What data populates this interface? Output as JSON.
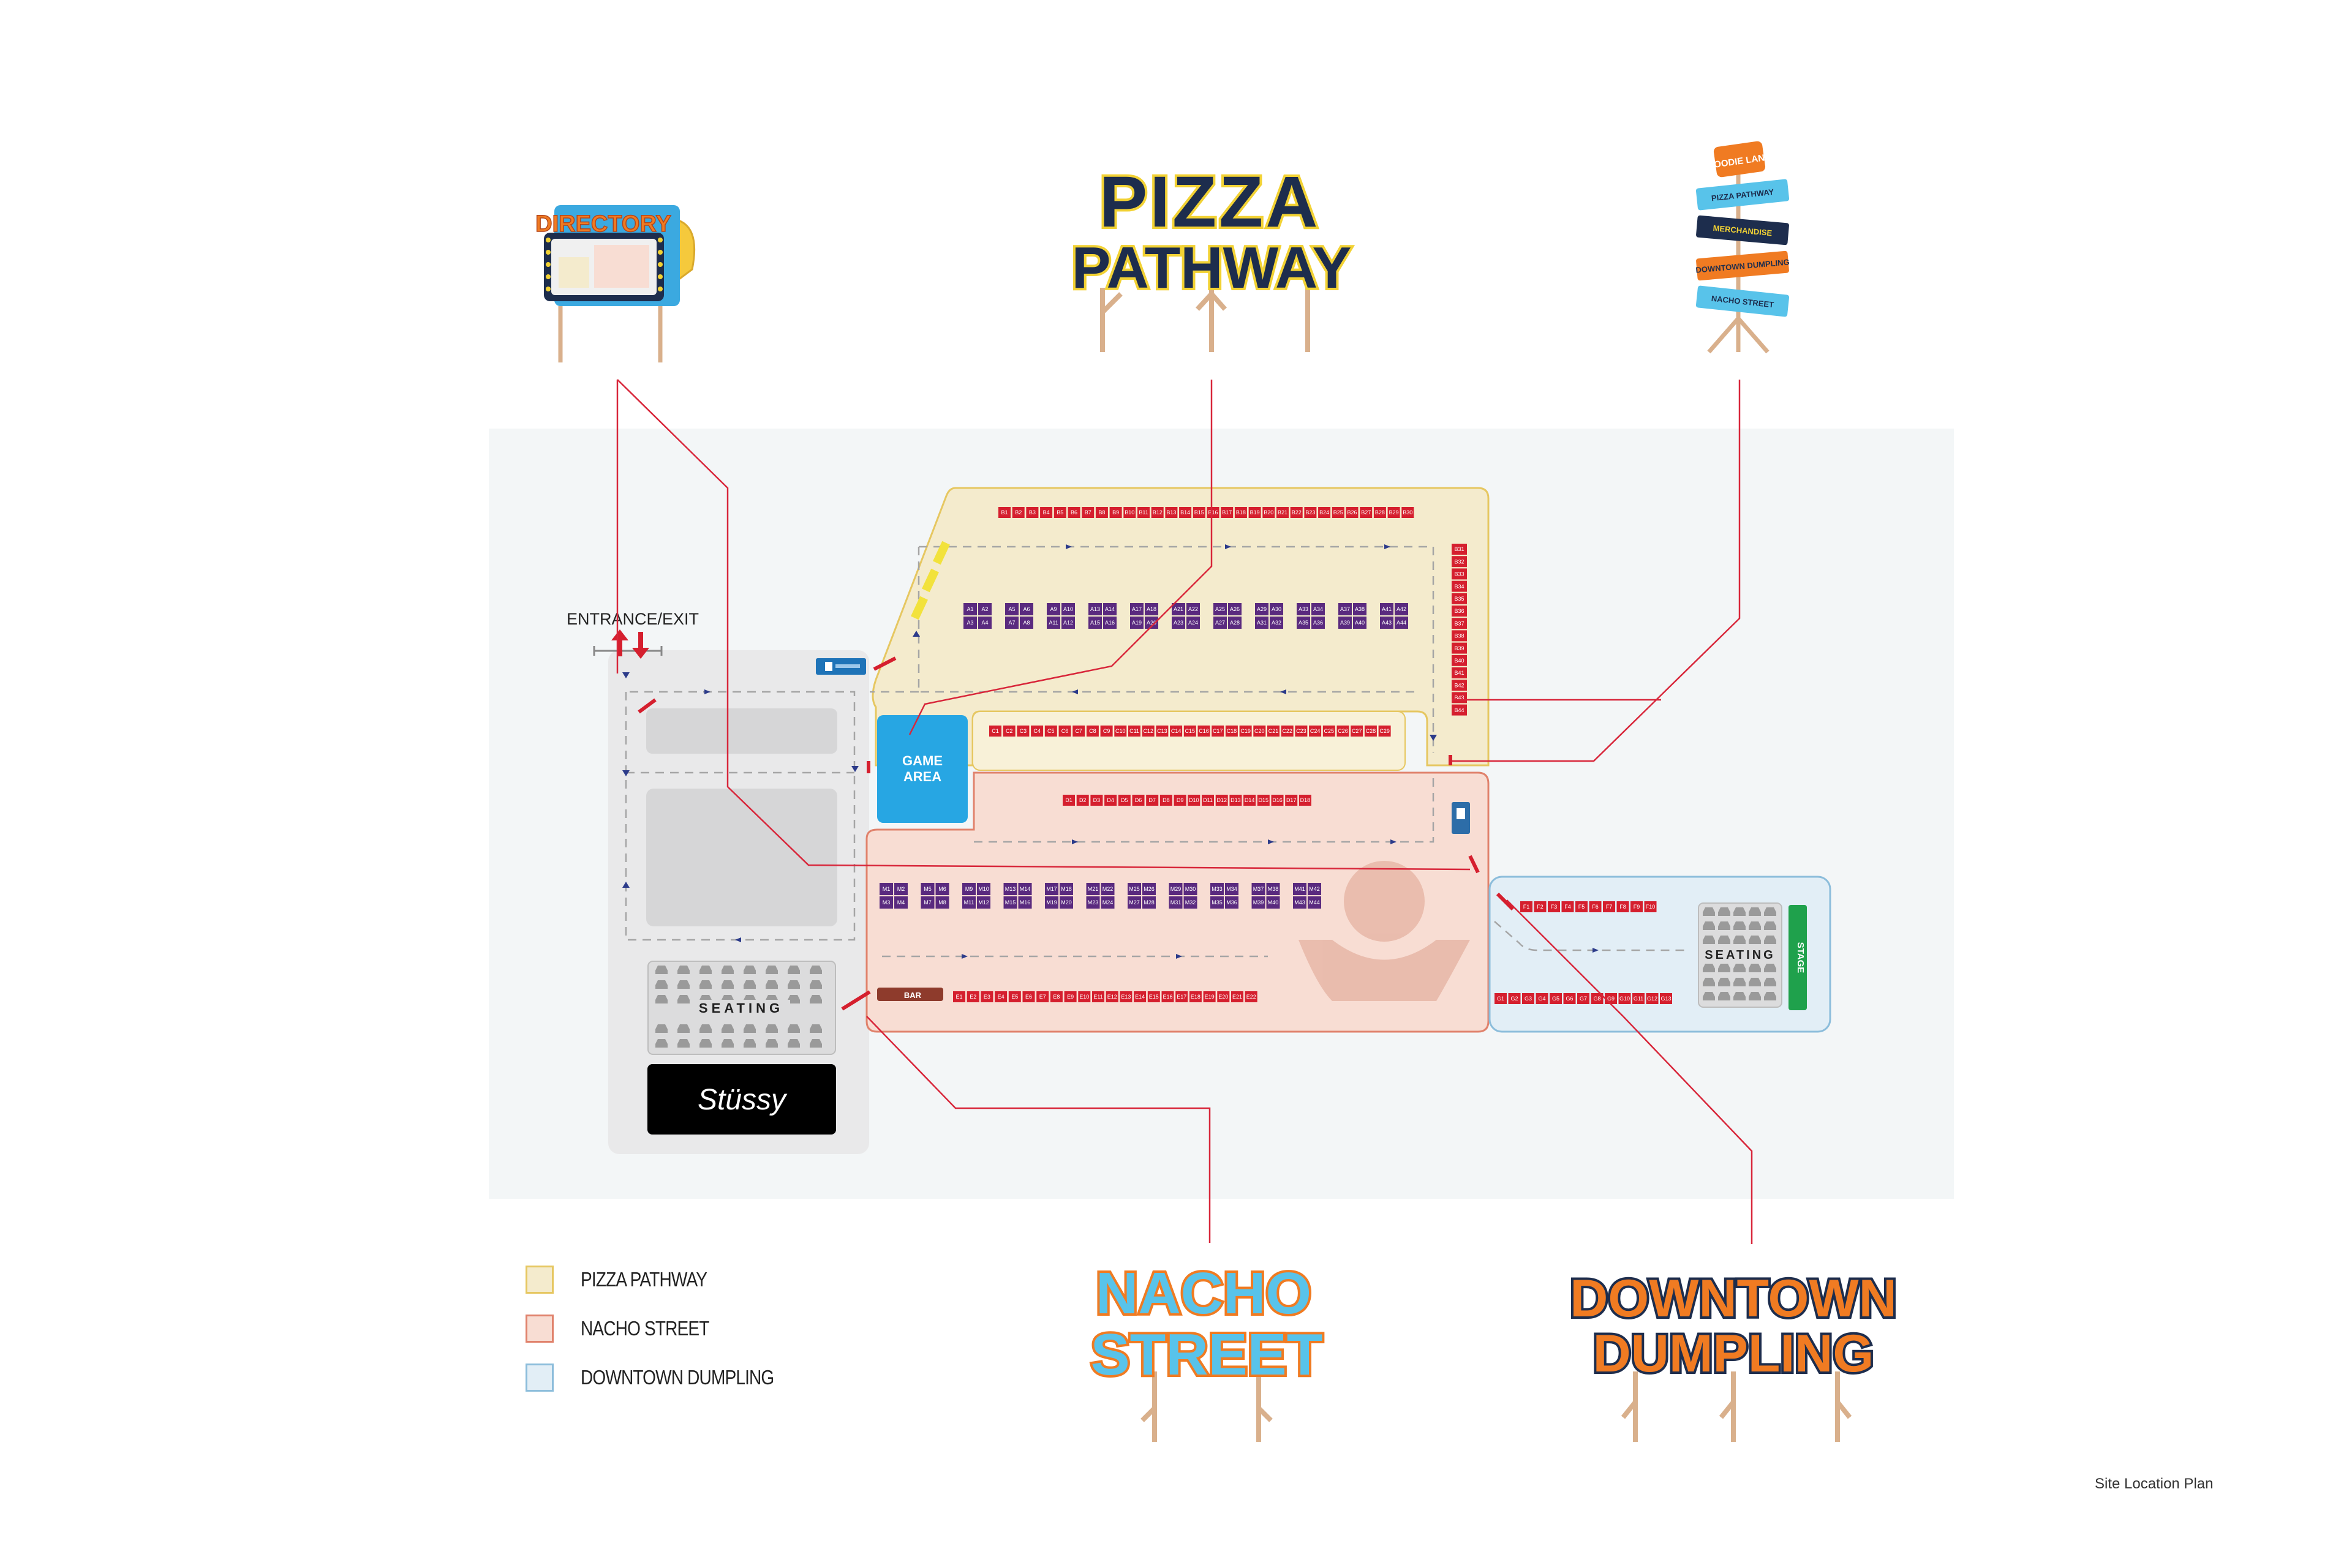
{
  "colors": {
    "site_bg": "#f3f6f7",
    "pizza_pathway": "#f4ebcd",
    "pizza_border": "#e6c761",
    "nacho_street": "#f8ddd3",
    "nacho_border": "#e0826c",
    "downtown_dumpling": "#e2eef6",
    "dumpling_border": "#8cbddb",
    "entrance_zone": "#e9e9ea",
    "stall": "#d51f2e",
    "kiosk": "#5a2a7f",
    "game_area": "#27a6e3",
    "stage": "#1fa14c",
    "leader_line": "#d8263a",
    "sign_navy": "#1d2d4d",
    "sign_yellow": "#f2d234",
    "sign_orange": "#f07b22",
    "sign_blue": "#58c3ea"
  },
  "signs": {
    "directory": "DIRECTORY",
    "pizza_line1": "PIZZA",
    "pizza_line2": "PATHWAY",
    "nacho_line1": "NACHO",
    "nacho_line2": "STREET",
    "dumpling_line1": "DOWNTOWN",
    "dumpling_line2": "DUMPLING",
    "signpost_brand": "FOODIE LAND",
    "signpost_boards": [
      "PIZZA PATHWAY",
      "MERCHANDISE",
      "DOWNTOWN DUMPLING",
      "NACHO STREET"
    ]
  },
  "map": {
    "entrance_label": "ENTRANCE/EXIT",
    "game_area_line1": "GAME",
    "game_area_line2": "AREA",
    "seating_label": "SEATING",
    "stage_label": "STAGE",
    "bar_label": "BAR",
    "brand_logo": "Stüssy",
    "row_B": [
      "B1",
      "B2",
      "B3",
      "B4",
      "B5",
      "B6",
      "B7",
      "B8",
      "B9",
      "B10",
      "B11",
      "B12",
      "B13",
      "B14",
      "B15",
      "B16",
      "B17",
      "B18",
      "B19",
      "B20",
      "B21",
      "B22",
      "B23",
      "B24",
      "B25",
      "B26",
      "B27",
      "B28",
      "B29",
      "B30"
    ],
    "row_B_side": [
      "B31",
      "B32",
      "B33",
      "B34",
      "B35",
      "B36",
      "B37",
      "B38",
      "B39",
      "B40",
      "B41",
      "B42",
      "B43",
      "B44"
    ],
    "kiosks_A": [
      [
        "A1",
        "A2",
        "A3",
        "A4"
      ],
      [
        "A5",
        "A6",
        "A7",
        "A8"
      ],
      [
        "A9",
        "A10",
        "A11",
        "A12"
      ],
      [
        "A13",
        "A14",
        "A15",
        "A16"
      ],
      [
        "A17",
        "A18",
        "A19",
        "A20"
      ],
      [
        "A21",
        "A22",
        "A23",
        "A24"
      ],
      [
        "A25",
        "A26",
        "A27",
        "A28"
      ],
      [
        "A29",
        "A30",
        "A31",
        "A32"
      ],
      [
        "A33",
        "A34",
        "A35",
        "A36"
      ],
      [
        "A37",
        "A38",
        "A39",
        "A40"
      ],
      [
        "A41",
        "A42",
        "A43",
        "A44"
      ]
    ],
    "row_C": [
      "C1",
      "C2",
      "C3",
      "C4",
      "C5",
      "C6",
      "C7",
      "C8",
      "C9",
      "C10",
      "C11",
      "C12",
      "C13",
      "C14",
      "C15",
      "C16",
      "C17",
      "C18",
      "C19",
      "C20",
      "C21",
      "C22",
      "C23",
      "C24",
      "C25",
      "C26",
      "C27",
      "C28",
      "C29"
    ],
    "row_D": [
      "D1",
      "D2",
      "D3",
      "D4",
      "D5",
      "D6",
      "D7",
      "D8",
      "D9",
      "D10",
      "D11",
      "D12",
      "D13",
      "D14",
      "D15",
      "D16",
      "D17",
      "D18"
    ],
    "kiosks_M": [
      [
        "M1",
        "M2",
        "M3",
        "M4"
      ],
      [
        "M5",
        "M6",
        "M7",
        "M8"
      ],
      [
        "M9",
        "M10",
        "M11",
        "M12"
      ],
      [
        "M13",
        "M14",
        "M15",
        "M16"
      ],
      [
        "M17",
        "M18",
        "M19",
        "M20"
      ],
      [
        "M21",
        "M22",
        "M23",
        "M24"
      ],
      [
        "M25",
        "M26",
        "M27",
        "M28"
      ],
      [
        "M29",
        "M30",
        "M31",
        "M32"
      ],
      [
        "M33",
        "M34",
        "M35",
        "M36"
      ],
      [
        "M37",
        "M38",
        "M39",
        "M40"
      ],
      [
        "M41",
        "M42",
        "M43",
        "M44"
      ]
    ],
    "row_E": [
      "E1",
      "E2",
      "E3",
      "E4",
      "E5",
      "E6",
      "E7",
      "E8",
      "E9",
      "E10",
      "E11",
      "E12",
      "E13",
      "E14",
      "E15",
      "E16",
      "E17",
      "E18",
      "E19",
      "E20",
      "E21",
      "E22"
    ],
    "row_F": [
      "F1",
      "F2",
      "F3",
      "F4",
      "F5",
      "F6",
      "F7",
      "F8",
      "F9",
      "F10"
    ],
    "row_G": [
      "G1",
      "G2",
      "G3",
      "G4",
      "G5",
      "G6",
      "G7",
      "G8",
      "G9",
      "G10",
      "G11",
      "G12",
      "G13"
    ]
  },
  "legend": [
    {
      "label": "PIZZA PATHWAY",
      "color": "#f4ebcd",
      "border": "#e6c761"
    },
    {
      "label": "NACHO STREET",
      "color": "#f8ddd3",
      "border": "#e0826c"
    },
    {
      "label": "DOWNTOWN DUMPLING",
      "color": "#e2eef6",
      "border": "#8cbddb"
    }
  ],
  "caption": "Site Location Plan"
}
